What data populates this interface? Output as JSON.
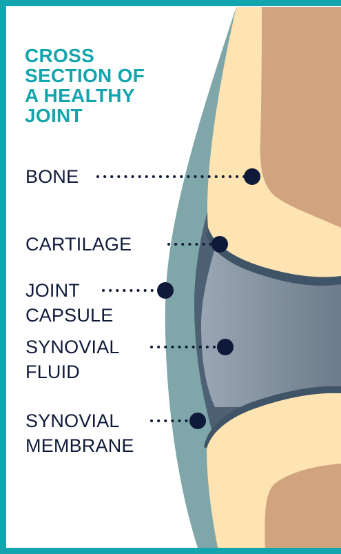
{
  "title": {
    "line1": "CROSS",
    "line2": "SECTION OF",
    "line3": "A HEALTHY",
    "line4": "JOINT"
  },
  "labels": {
    "bone": "BONE",
    "cartilage": "CARTILAGE",
    "joint_capsule_line1": "JOINT",
    "joint_capsule_line2": "CAPSULE",
    "synovial_fluid_line1": "SYNOVIAL",
    "synovial_fluid_line2": "FLUID",
    "synovial_membrane_line1": "SYNOVIAL",
    "synovial_membrane_line2": "MEMBRANE"
  },
  "colors": {
    "border": "#12a5ad",
    "title": "#12a5ad",
    "label_text": "#0f1a3a",
    "leader": "#0f1a3a",
    "capsule_outer": "#7fa6a8",
    "membrane": "#3f5466",
    "fluid": "#7e8b99",
    "cartilage": "#fde4b2",
    "bone_marrow": "#d1a47f"
  }
}
